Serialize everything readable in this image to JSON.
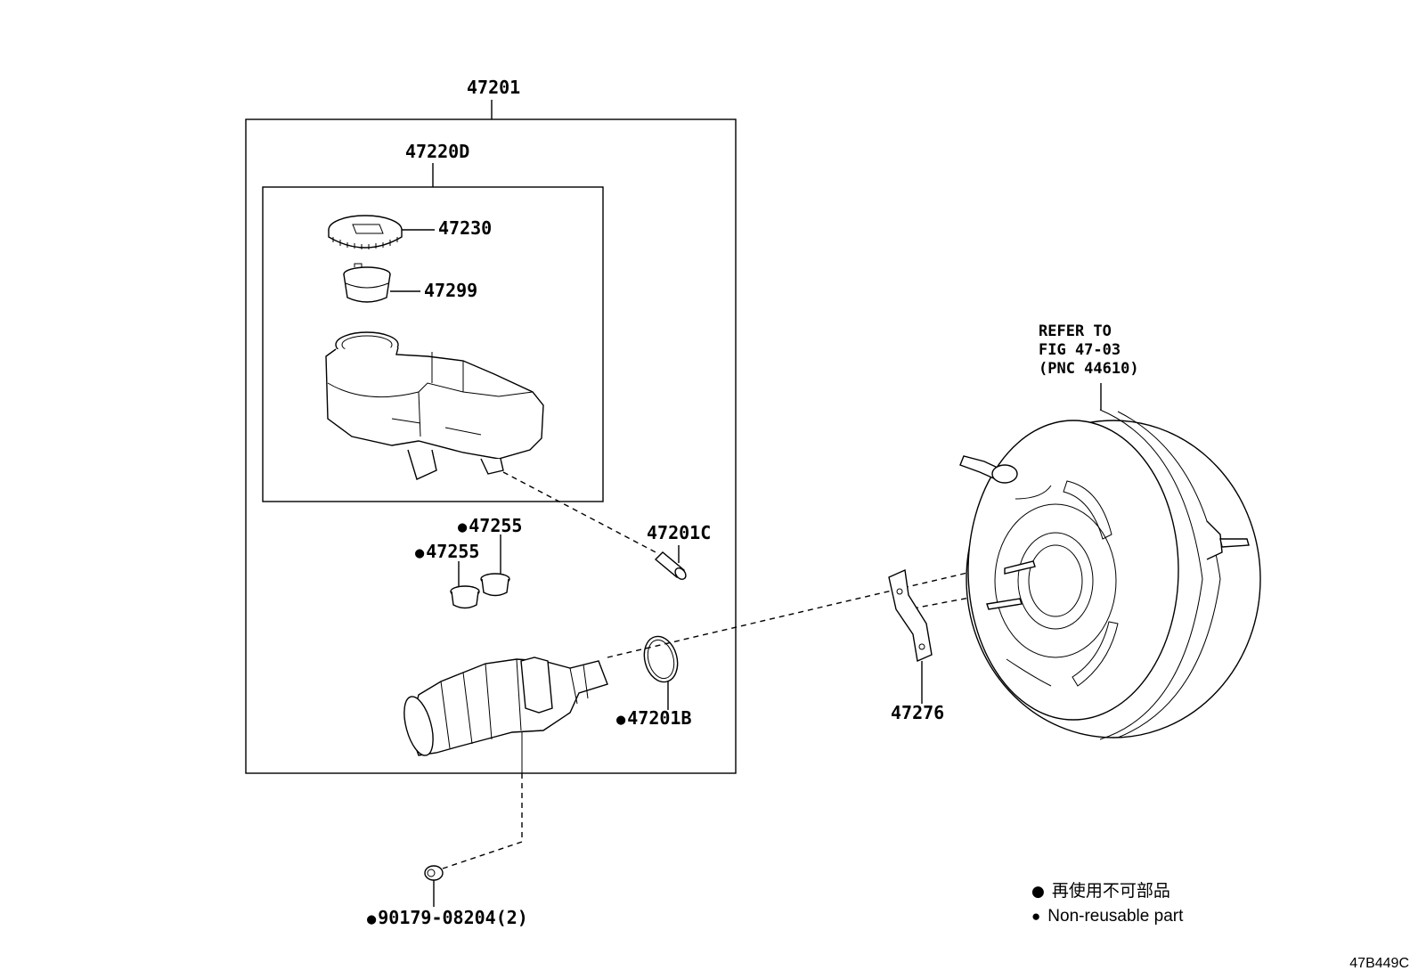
{
  "labels": {
    "assembly": "47201",
    "reservoir_sub": "47220D",
    "cap": "47230",
    "strainer": "47299",
    "grommet_a": "47255",
    "grommet_b": "47255",
    "pin": "47201C",
    "o_ring": "47201B",
    "gasket": "47276",
    "nut": "90179-08204(2)"
  },
  "refer_note": {
    "line1": "REFER TO",
    "line2": "FIG 47-03",
    "line3": "(PNC 44610)"
  },
  "legend": {
    "jp": "再使用不可部品",
    "en": "Non-reusable part"
  },
  "figure_code": "47B449C"
}
